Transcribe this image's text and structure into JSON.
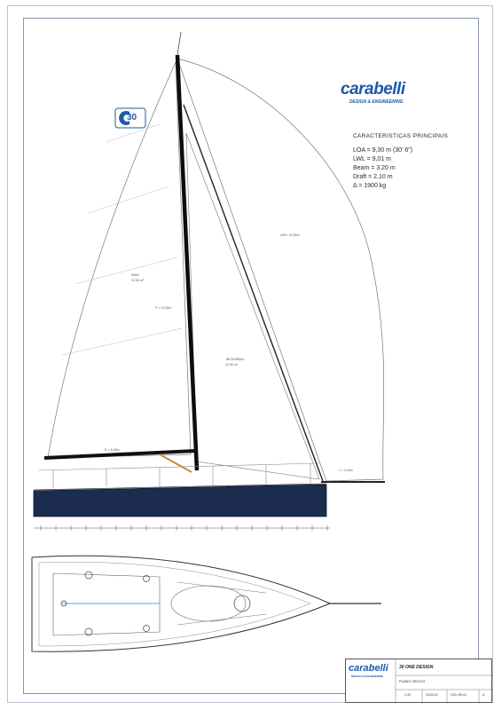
{
  "brand": {
    "name": "carabelli",
    "tagline": "DESIGN & ENGINEERING"
  },
  "specs": {
    "title": "CARACTERISTICAS PRINCIPAIS",
    "rows": [
      "LOA = 9,30 m (30' 6\")",
      "LWL = 9,01 m",
      "Beam = 3,20 m",
      "Draft = 2,10 m",
      "Δ = 1900 kg"
    ]
  },
  "sail_logo": {
    "number": "30"
  },
  "sail_labels": {
    "gennaker_leech": "LEE= 11,50m",
    "main_area": "MAIN",
    "main_area_value": "22,50 m²",
    "jib_area": "JIB NORMAL",
    "jib_area_value": "22,50 m²",
    "mast_height": "P = 12,00m",
    "foot": "E = 4,00m",
    "j_dim": "J = 3,40m"
  },
  "colors": {
    "hull": "#1b2c4f",
    "brand": "#1d5aa6",
    "line": "#333333"
  },
  "title_block": {
    "logo": "carabelli",
    "logo_sub": "DESIGN & ENGINEERING",
    "project": "30 ONE DESIGN",
    "sheet_title": "PLANO VÉLICO",
    "scale": "1:40",
    "date": "01/01/14",
    "code": "C30-VEL01",
    "revision": "A"
  }
}
